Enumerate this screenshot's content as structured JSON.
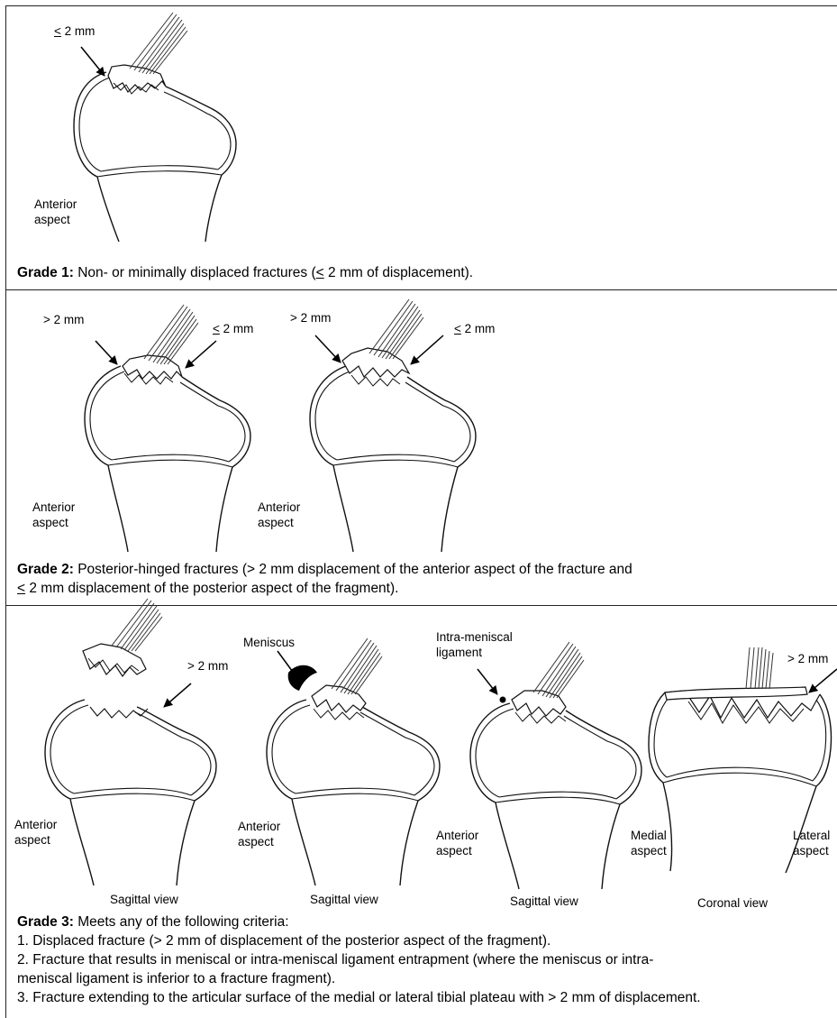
{
  "panel1": {
    "arrow_label": {
      "le": "<",
      "rest": " 2 mm"
    },
    "anterior": [
      "Anterior",
      "aspect"
    ],
    "caption": {
      "grade": "Grade 1:",
      "text_a": " Non- or minimally displaced fractures (",
      "le": "<",
      "text_b": " 2 mm of displacement)."
    }
  },
  "panel2": {
    "gt_label": "> 2 mm",
    "le_label": {
      "le": "<",
      "rest": " 2 mm"
    },
    "anterior": [
      "Anterior",
      "aspect"
    ],
    "caption": {
      "grade": "Grade 2:",
      "line1": " Posterior-hinged fractures (> 2 mm displacement of the anterior aspect of the fracture and",
      "le": "<",
      "line2": " 2 mm displacement of the posterior aspect of the fragment)."
    }
  },
  "panel3": {
    "gt_label": "> 2 mm",
    "meniscus_label": "Meniscus",
    "intra_label": [
      "Intra-meniscal",
      "ligament"
    ],
    "anterior": [
      "Anterior",
      "aspect"
    ],
    "medial": [
      "Medial",
      "aspect"
    ],
    "lateral": [
      "Lateral",
      "aspect"
    ],
    "sagittal_view": "Sagittal view",
    "coronal_view": "Coronal view",
    "caption": {
      "grade": "Grade 3:",
      "intro": " Meets any of the following criteria:",
      "items": [
        "1. Displaced fracture (> 2 mm of displacement of the posterior aspect of the fragment).",
        "2. Fracture that results in meniscal or intra-meniscal ligament entrapment (where the meniscus or intra-",
        "meniscal ligament is inferior to a fracture fragment).",
        "3. Fracture extending to the articular surface of the medial or lateral tibial plateau with > 2 mm of displacement."
      ]
    }
  }
}
